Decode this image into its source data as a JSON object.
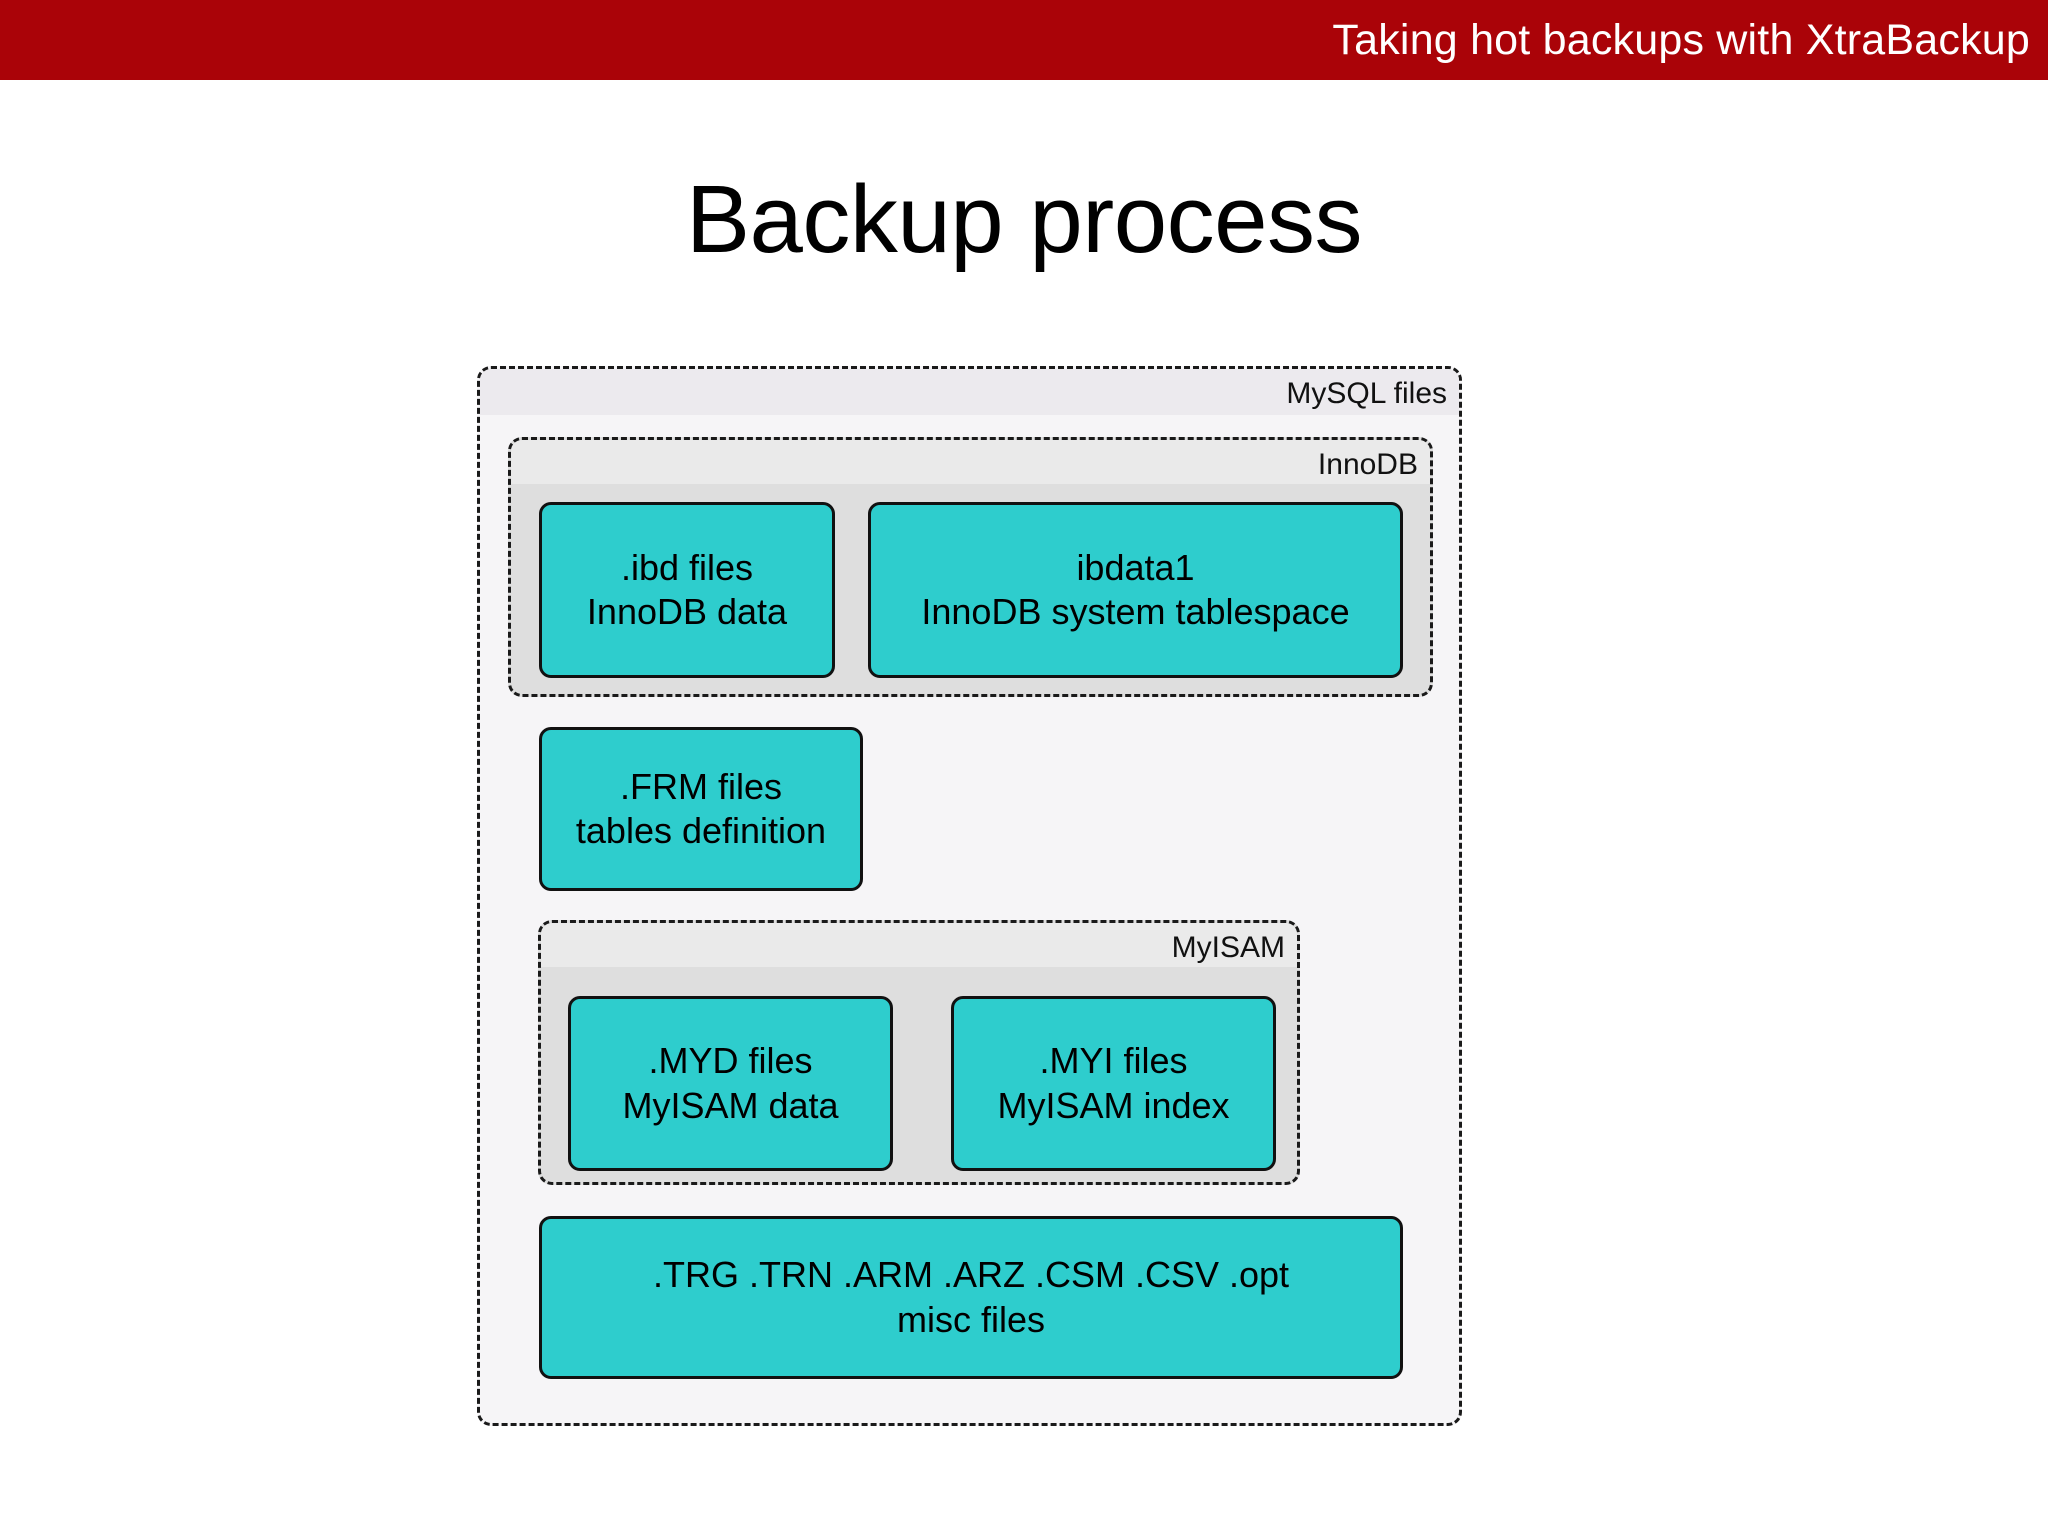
{
  "header": {
    "title": "Taking hot backups with XtraBackup",
    "background_color": "#aa0308",
    "text_color": "#ffffff"
  },
  "slide": {
    "title": "Backup process"
  },
  "diagram": {
    "node_fill_color": "#2ecdcd",
    "node_border_color": "#111111",
    "group_border_style": "dashed",
    "groups": [
      {
        "id": "mysql-files",
        "label": "MySQL files",
        "background_color": "#f6f5f7",
        "title_band_color": "#eceaee"
      },
      {
        "id": "innodb",
        "label": "InnoDB",
        "background_color": "#dedede",
        "title_band_color": "#eaeaea"
      },
      {
        "id": "myisam",
        "label": "MyISAM",
        "background_color": "#dedede",
        "title_band_color": "#eaeaea"
      }
    ],
    "nodes": [
      {
        "id": "ibd",
        "group": "innodb",
        "line1": ".ibd files",
        "line2": "InnoDB data"
      },
      {
        "id": "ibdata1",
        "group": "innodb",
        "line1": "ibdata1",
        "line2": "InnoDB system tablespace"
      },
      {
        "id": "frm",
        "group": "mysql-files",
        "line1": ".FRM files",
        "line2": "tables definition"
      },
      {
        "id": "myd",
        "group": "myisam",
        "line1": ".MYD files",
        "line2": "MyISAM data"
      },
      {
        "id": "myi",
        "group": "myisam",
        "line1": ".MYI files",
        "line2": "MyISAM index"
      },
      {
        "id": "misc",
        "group": "mysql-files",
        "line1": ".TRG .TRN .ARM .ARZ .CSM .CSV .opt",
        "line2": "misc files"
      }
    ]
  }
}
